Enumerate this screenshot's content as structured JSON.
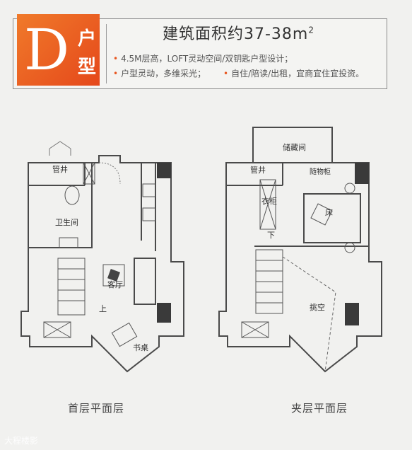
{
  "badge": {
    "letter": "D",
    "char1": "户",
    "char2": "型"
  },
  "header": {
    "title": "建筑面积约37-38m",
    "title_sup": "2",
    "features": [
      "4.5M层高，LOFT灵动空间/双钥匙户型设计；",
      "户型灵动，多维采光；",
      "自住/陪读/出租，宜商宜住宜投资。"
    ]
  },
  "ground_floor": {
    "caption": "首层平面层",
    "labels": {
      "shaft": "管井",
      "bathroom": "卫生间",
      "living": "客厅",
      "up": "上",
      "desk": "书桌"
    }
  },
  "mezzanine": {
    "caption": "夹层平面层",
    "labels": {
      "storage": "储藏间",
      "shaft": "管井",
      "wardrobe1": "衣柜",
      "wardrobe2": "随物柜",
      "bed": "床",
      "down": "下",
      "void": "挑空"
    }
  },
  "watermark": "大程楼影",
  "colors": {
    "accent": "#e8561f",
    "wall": "#4a4a4a",
    "dark_column": "#3a3a3a"
  }
}
